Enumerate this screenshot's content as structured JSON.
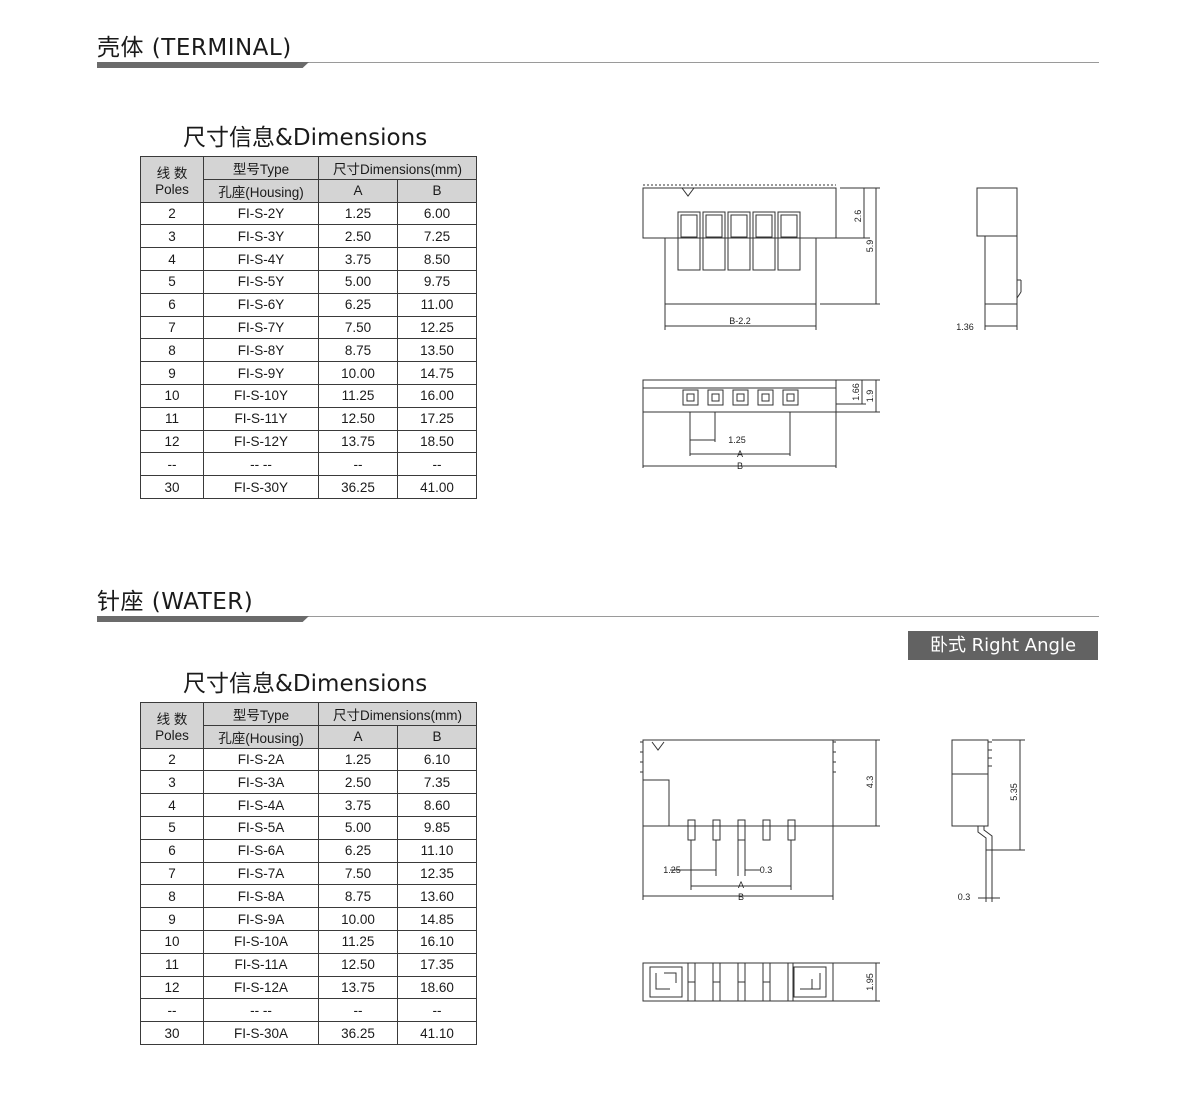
{
  "sections": {
    "terminal": {
      "title": "壳体 (TERMINAL)",
      "dim_title": "尺寸信息&Dimensions",
      "table": {
        "h_poles_1": "线 数",
        "h_poles_2": "Poles",
        "h_type": "型号Type",
        "h_housing": "孔座(Housing)",
        "h_dim": "尺寸Dimensions(mm)",
        "h_a": "A",
        "h_b": "B",
        "rows": [
          {
            "poles": "2",
            "type": "FI-S-2Y",
            "a": "1.25",
            "b": "6.00"
          },
          {
            "poles": "3",
            "type": "FI-S-3Y",
            "a": "2.50",
            "b": "7.25"
          },
          {
            "poles": "4",
            "type": "FI-S-4Y",
            "a": "3.75",
            "b": "8.50"
          },
          {
            "poles": "5",
            "type": "FI-S-5Y",
            "a": "5.00",
            "b": "9.75"
          },
          {
            "poles": "6",
            "type": "FI-S-6Y",
            "a": "6.25",
            "b": "11.00"
          },
          {
            "poles": "7",
            "type": "FI-S-7Y",
            "a": "7.50",
            "b": "12.25"
          },
          {
            "poles": "8",
            "type": "FI-S-8Y",
            "a": "8.75",
            "b": "13.50"
          },
          {
            "poles": "9",
            "type": "FI-S-9Y",
            "a": "10.00",
            "b": "14.75"
          },
          {
            "poles": "10",
            "type": "FI-S-10Y",
            "a": "11.25",
            "b": "16.00"
          },
          {
            "poles": "11",
            "type": "FI-S-11Y",
            "a": "12.50",
            "b": "17.25"
          },
          {
            "poles": "12",
            "type": "FI-S-12Y",
            "a": "13.75",
            "b": "18.50"
          },
          {
            "poles": "--",
            "type": "-- --",
            "a": "--",
            "b": "--"
          },
          {
            "poles": "30",
            "type": "FI-S-30Y",
            "a": "36.25",
            "b": "41.00"
          }
        ]
      },
      "drawing_labels": {
        "d26": "2.6",
        "d59": "5.9",
        "b22": "B-2.2",
        "d136": "1.36",
        "d166": "1.66",
        "d19": "1.9",
        "d125": "1.25",
        "a": "A",
        "b": "B"
      }
    },
    "water": {
      "title": "针座 (WATER)",
      "badge": "卧式 Right Angle",
      "dim_title": "尺寸信息&Dimensions",
      "table": {
        "h_poles_1": "线 数",
        "h_poles_2": "Poles",
        "h_type": "型号Type",
        "h_housing": "孔座(Housing)",
        "h_dim": "尺寸Dimensions(mm)",
        "h_a": "A",
        "h_b": "B",
        "rows": [
          {
            "poles": "2",
            "type": "FI-S-2A",
            "a": "1.25",
            "b": "6.10"
          },
          {
            "poles": "3",
            "type": "FI-S-3A",
            "a": "2.50",
            "b": "7.35"
          },
          {
            "poles": "4",
            "type": "FI-S-4A",
            "a": "3.75",
            "b": "8.60"
          },
          {
            "poles": "5",
            "type": "FI-S-5A",
            "a": "5.00",
            "b": "9.85"
          },
          {
            "poles": "6",
            "type": "FI-S-6A",
            "a": "6.25",
            "b": "11.10"
          },
          {
            "poles": "7",
            "type": "FI-S-7A",
            "a": "7.50",
            "b": "12.35"
          },
          {
            "poles": "8",
            "type": "FI-S-8A",
            "a": "8.75",
            "b": "13.60"
          },
          {
            "poles": "9",
            "type": "FI-S-9A",
            "a": "10.00",
            "b": "14.85"
          },
          {
            "poles": "10",
            "type": "FI-S-10A",
            "a": "11.25",
            "b": "16.10"
          },
          {
            "poles": "11",
            "type": "FI-S-11A",
            "a": "12.50",
            "b": "17.35"
          },
          {
            "poles": "12",
            "type": "FI-S-12A",
            "a": "13.75",
            "b": "18.60"
          },
          {
            "poles": "--",
            "type": "-- --",
            "a": "--",
            "b": "--"
          },
          {
            "poles": "30",
            "type": "FI-S-30A",
            "a": "36.25",
            "b": "41.10"
          }
        ]
      },
      "drawing_labels": {
        "d43": "4.3",
        "d535": "5.35",
        "d125": "1.25",
        "d03": "0.3",
        "d03b": "0.3",
        "a": "A",
        "b": "B",
        "d195": "1.95"
      }
    }
  }
}
